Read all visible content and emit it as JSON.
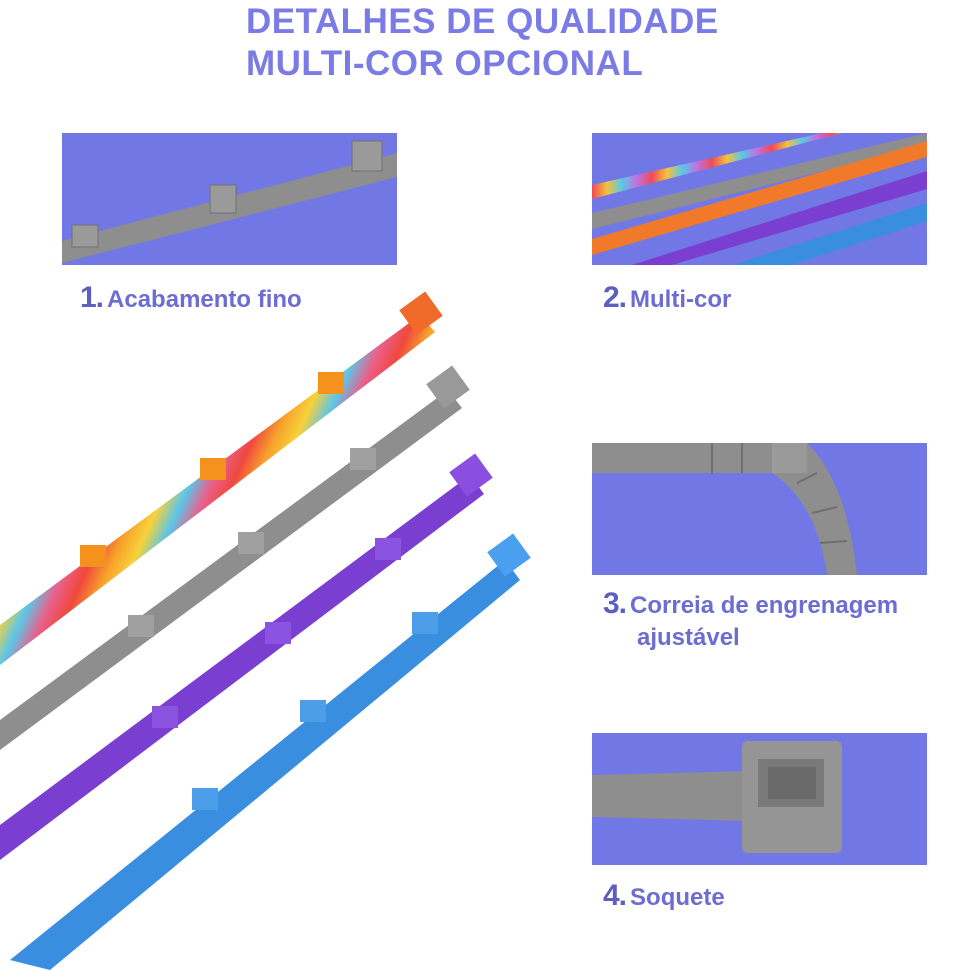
{
  "header": {
    "line1": "DETALHES DE QUALIDADE",
    "line2": "MULTI-COR OPCIONAL"
  },
  "features": [
    {
      "number": "1.",
      "label": "Acabamento fino"
    },
    {
      "number": "2.",
      "label": "Multi-cor"
    },
    {
      "number": "3.",
      "label": "Correia de engrenagem",
      "label2": "ajustável"
    },
    {
      "number": "4.",
      "label": "Soquete"
    }
  ],
  "colors": {
    "accent": "#7b7be6",
    "panel": "#7277e6",
    "gray": "#8c8c8c",
    "orange": "#f07a2a",
    "purple": "#7a3fd0",
    "blue": "#3a8ee0"
  }
}
